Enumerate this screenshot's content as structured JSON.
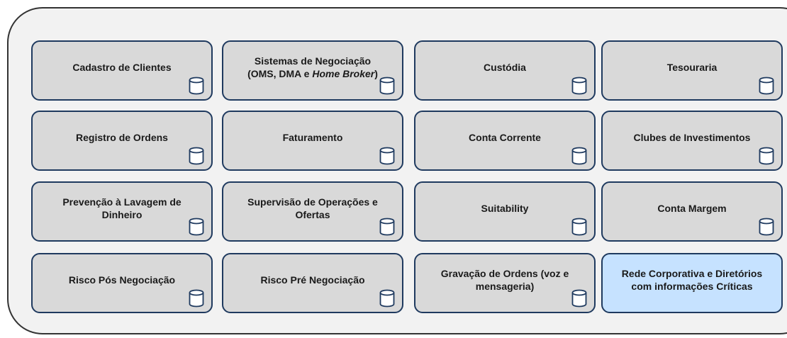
{
  "colors": {
    "box_fill": "#d9d9d9",
    "box_border": "#1f3a5f",
    "highlight_fill": "#c6e2ff",
    "container_fill": "#f2f2f2"
  },
  "icon": "database-cylinder-icon",
  "systems": [
    {
      "label": "Cadastro de Clientes",
      "db": true
    },
    {
      "label": "Sistemas de Negociação\n(OMS, DMA e ",
      "label_italic": "Home Broker",
      "label_suffix": ")",
      "db": true
    },
    {
      "label": "Custódia",
      "db": true
    },
    {
      "label": "Tesouraria",
      "db": true
    },
    {
      "label": "Registro de Ordens",
      "db": true
    },
    {
      "label": "Faturamento",
      "db": true
    },
    {
      "label": "Conta Corrente",
      "db": true
    },
    {
      "label": "Clubes de Investimentos",
      "db": true
    },
    {
      "label": "Prevenção à Lavagem de\nDinheiro",
      "db": true
    },
    {
      "label": "Supervisão de Operações e\nOfertas",
      "db": true
    },
    {
      "label": "Suitability",
      "db": true
    },
    {
      "label": "Conta Margem",
      "db": true
    },
    {
      "label": "Risco Pós Negociação",
      "db": true
    },
    {
      "label": "Risco Pré Negociação",
      "db": true
    },
    {
      "label": "Gravação de Ordens (voz e\nmensageria)",
      "db": true
    },
    {
      "label": "Rede Corporativa e Diretórios\ncom informações Críticas",
      "db": false,
      "highlight": true
    }
  ]
}
